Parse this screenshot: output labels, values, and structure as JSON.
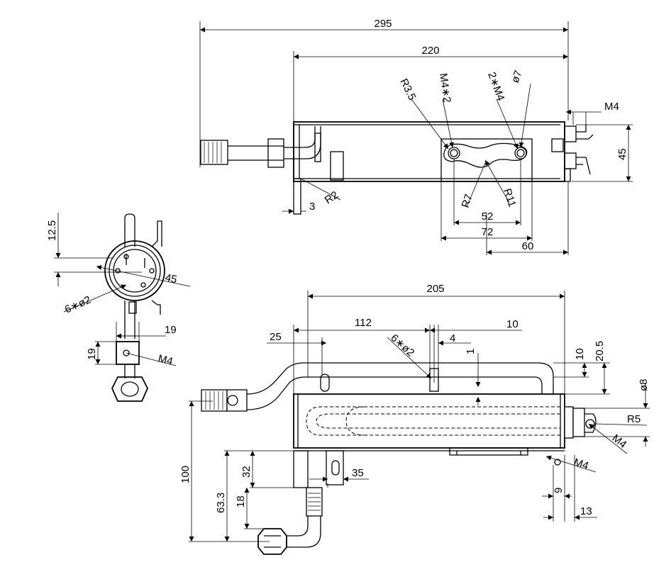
{
  "top_view": {
    "overall_length": "295",
    "body_length": "220",
    "r35": "R3.5",
    "m4x2": "M4∗2",
    "two_m4": "2∗M4",
    "dia7": "ø7",
    "m4_right": "M4",
    "height_45": "45",
    "r2": "R2",
    "dim_3": "3",
    "r7": "R7",
    "r11": "R11",
    "dim_52": "52",
    "dim_72": "72",
    "dim_60": "60"
  },
  "side_view": {
    "dim_125": "12.5",
    "dim_45": "45",
    "holes": "6∗ø2",
    "dim_19_h": "19",
    "dim_19_v": "19",
    "m4": "M4"
  },
  "front_view": {
    "dim_205": "205",
    "dim_112": "112",
    "dim_25": "25",
    "dim_10_top": "10",
    "dim_4": "4",
    "holes": "6∗ø2",
    "dim_1": "1",
    "dim_10_right": "10",
    "dim_205_right": "20.5",
    "dia8": "ø8",
    "r5": "R5",
    "m4_right": "M4",
    "m4_bottom": "M4",
    "dim_100": "100",
    "dim_633": "63.3",
    "dim_32": "32",
    "dim_18": "18",
    "dim_35": "35",
    "dim_9": "9",
    "dim_13": "13"
  }
}
